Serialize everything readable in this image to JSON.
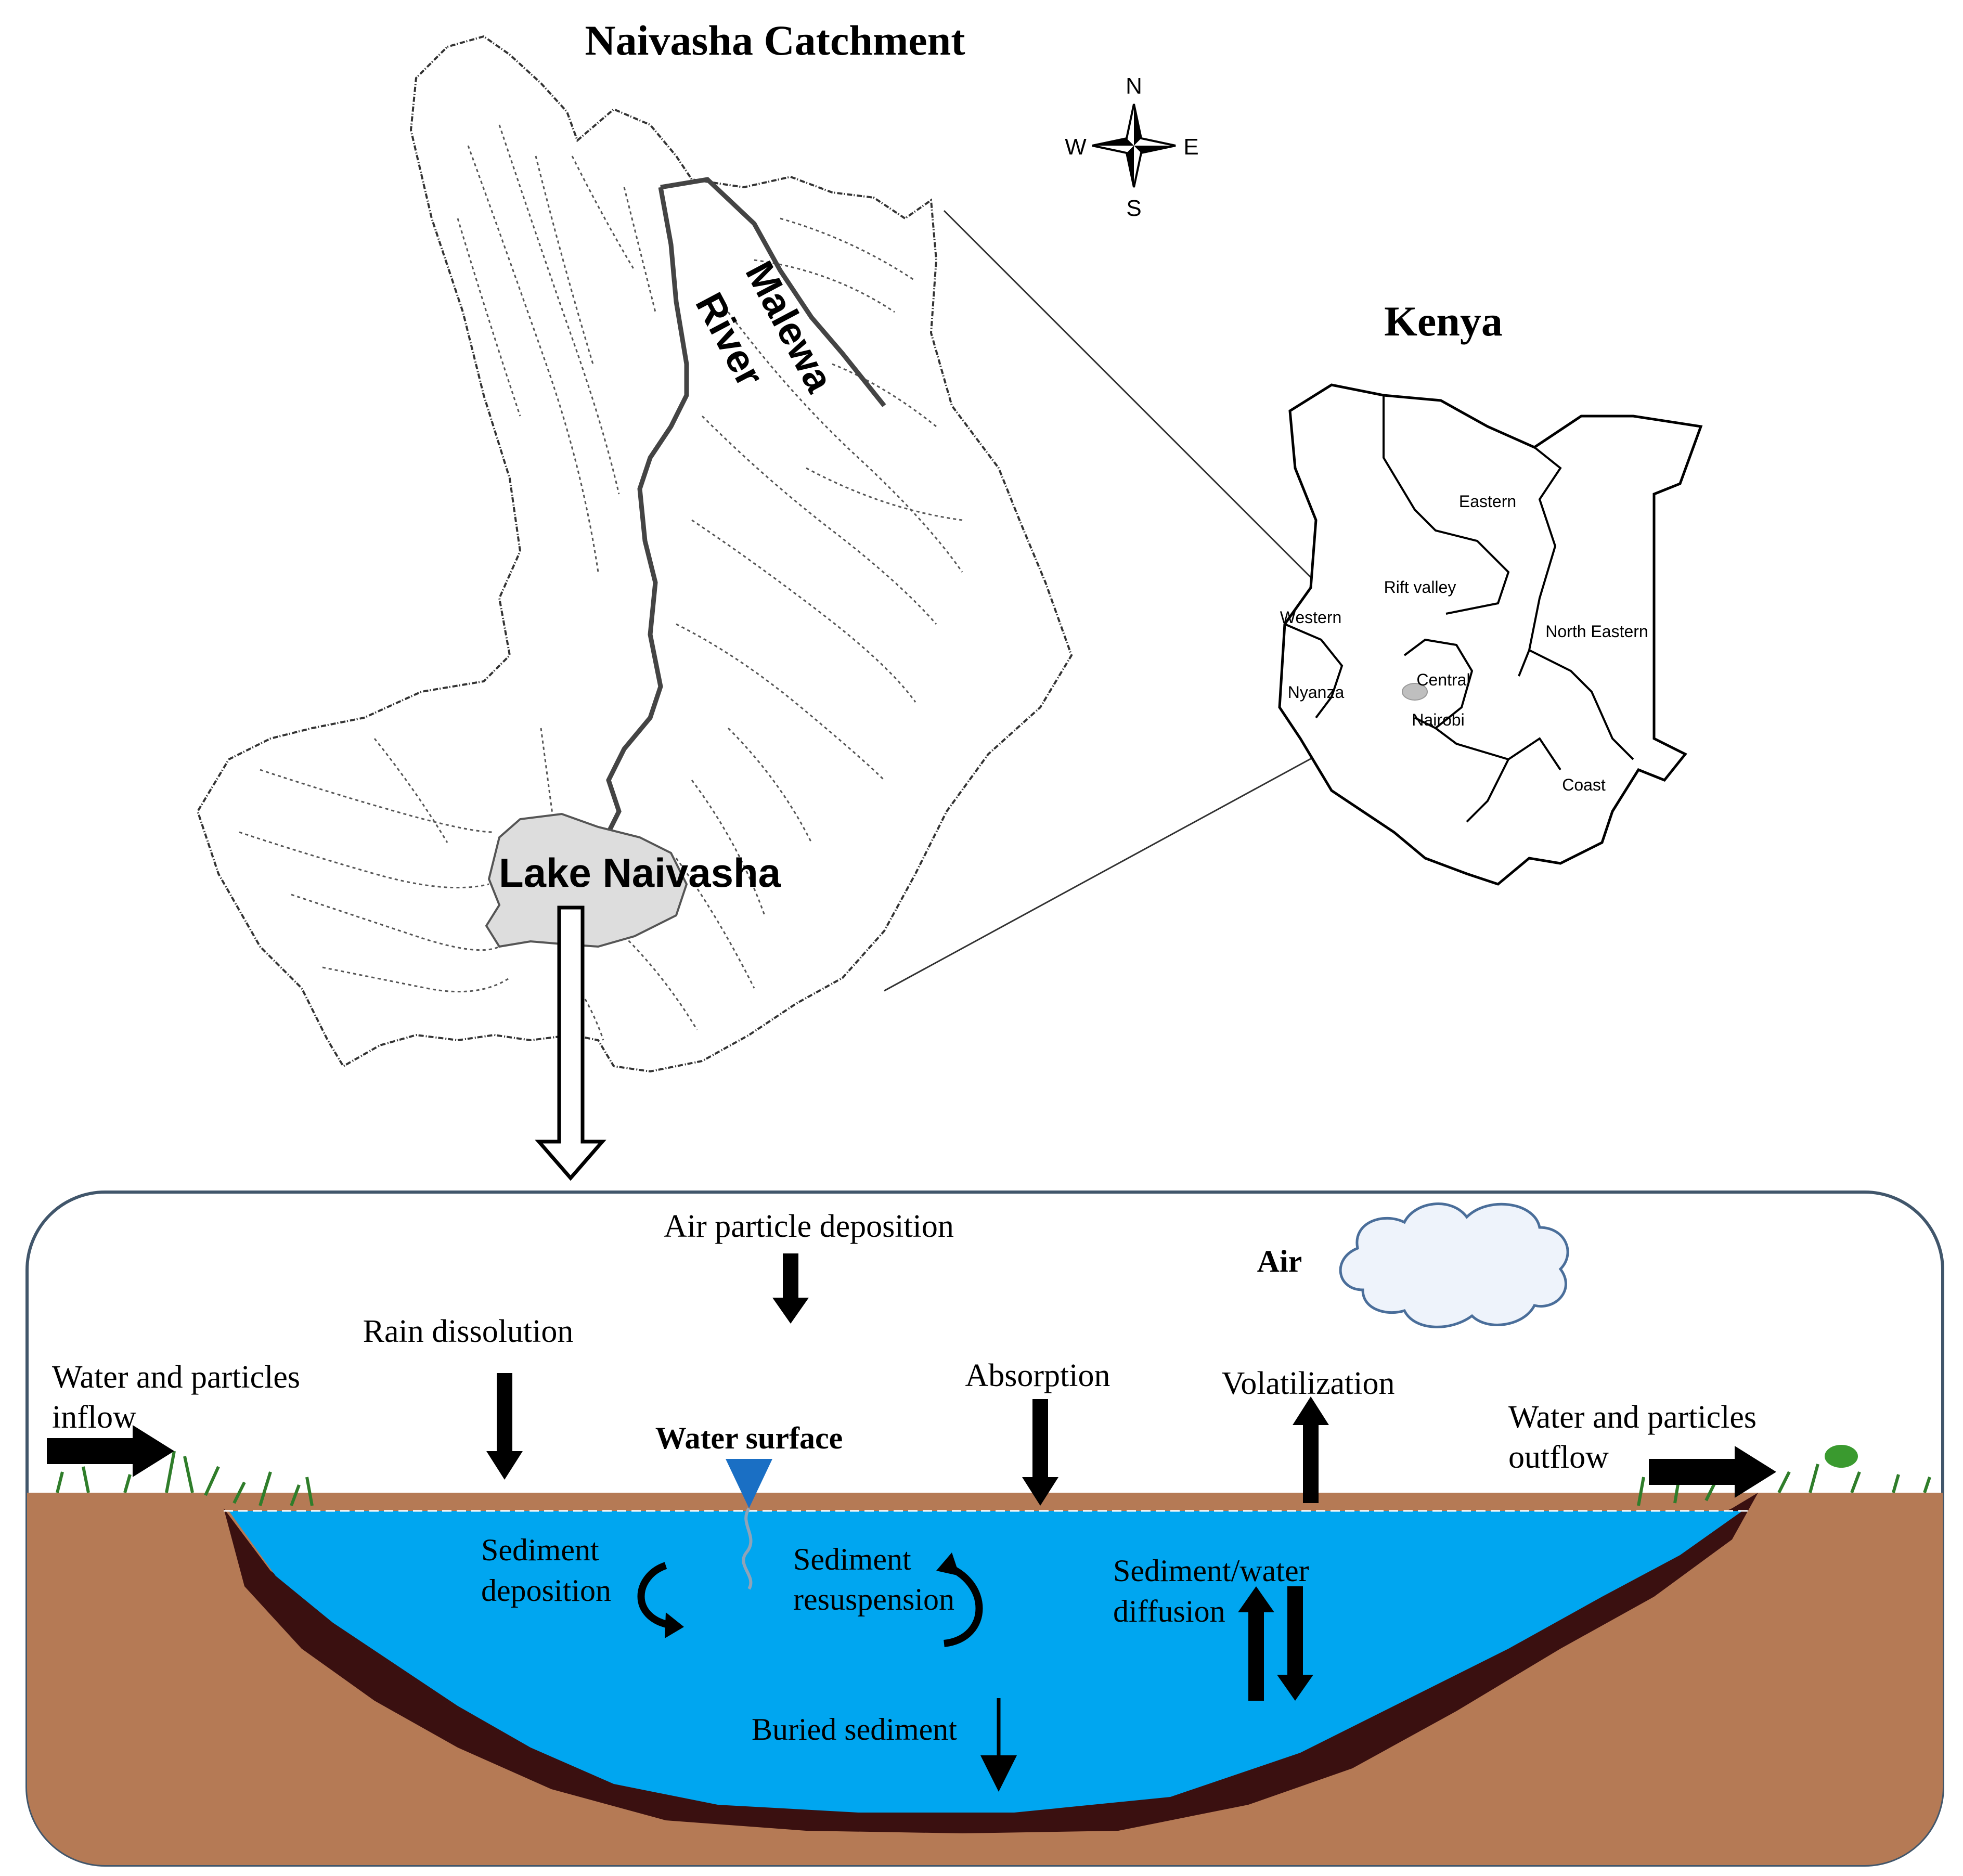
{
  "map": {
    "title": "Naivasha Catchment",
    "river_label_line1": "Malewa",
    "river_label_line2": "River",
    "lake_label": "Lake Naivasha",
    "compass": {
      "n": "N",
      "s": "S",
      "e": "E",
      "w": "W"
    }
  },
  "kenya": {
    "title": "Kenya",
    "regions": [
      "Eastern",
      "Rift valley",
      "Western",
      "North Eastern",
      "Central",
      "Nyanza",
      "Nairobi",
      "Coast"
    ]
  },
  "process": {
    "air_label": "Air",
    "air_particle_deposition": "Air particle deposition",
    "rain_dissolution": "Rain dissolution",
    "inflow_line1": "Water and particles",
    "inflow_line2": "inflow",
    "outflow_line1": "Water and particles",
    "outflow_line2": "outflow",
    "absorption": "Absorption",
    "volatilization": "Volatilization",
    "water_surface": "Water surface",
    "sediment_deposition_line1": "Sediment",
    "sediment_deposition_line2": "deposition",
    "sediment_resuspension_line1": "Sediment",
    "sediment_resuspension_line2": "resuspension",
    "diffusion_line1": "Sediment/water",
    "diffusion_line2": "diffusion",
    "buried_sediment": "Buried sediment"
  },
  "colors": {
    "water": "#00a6f0",
    "soil": "#b57a55",
    "dark_sediment": "#3a1010",
    "lake_fill": "#dddddd",
    "panel_border": "#41566b",
    "cloud_fill": "#eef3fb",
    "cloud_stroke": "#4a6e9a",
    "surface_marker": "#1a6fc4",
    "grass": "#2f7d2a"
  }
}
